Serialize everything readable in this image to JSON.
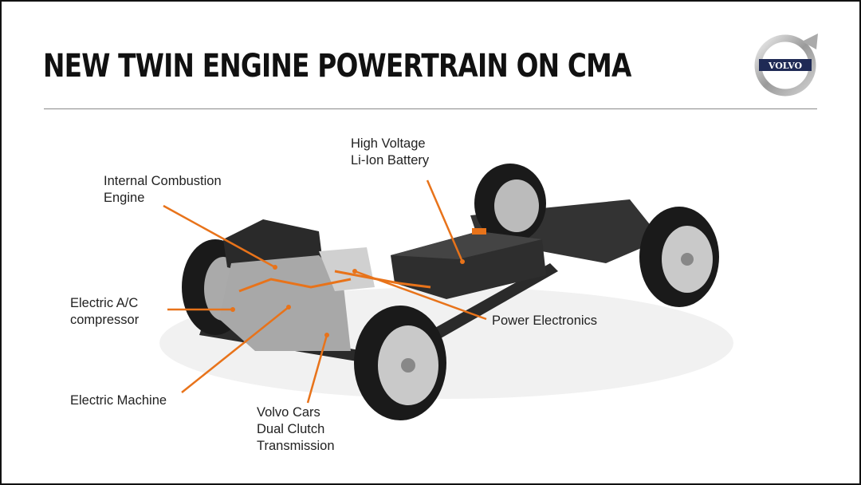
{
  "slide": {
    "title": "NEW TWIN ENGINE POWERTRAIN ON CMA",
    "logo_text": "VOLVO",
    "accent_color": "#e8731a"
  },
  "labels": {
    "battery": [
      "High Voltage",
      "Li-Ion Battery"
    ],
    "engine": [
      "Internal Combustion",
      "Engine"
    ],
    "ac": [
      "Electric A/C",
      "compressor"
    ],
    "power": [
      "Power Electronics"
    ],
    "machine": [
      "Electric Machine"
    ],
    "transmission": [
      "Volvo Cars",
      "Dual Clutch",
      "Transmission"
    ]
  }
}
